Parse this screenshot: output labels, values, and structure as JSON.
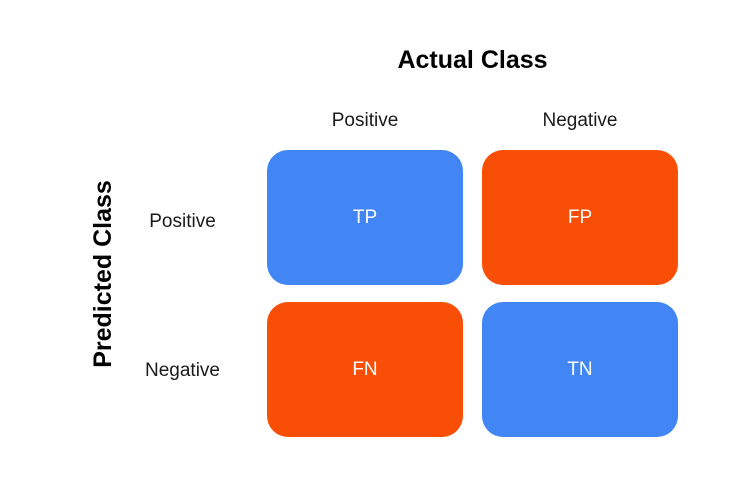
{
  "diagram": {
    "type": "confusion-matrix",
    "title_top": "Actual Class",
    "title_left": "Predicted Class",
    "background_color": "#FFFFFF",
    "colors": {
      "correct": "#4285F4",
      "incorrect": "#F94E06",
      "cell_text": "#FFFFFF",
      "header_text": "#1A1A1A",
      "title_text": "#000000"
    },
    "column_headers": [
      {
        "label": "Positive"
      },
      {
        "label": "Negative"
      }
    ],
    "row_headers": [
      {
        "label": "Positive"
      },
      {
        "label": "Negative"
      }
    ],
    "cells": [
      {
        "label": "TP",
        "name": "true-positive",
        "predicted": "Positive",
        "actual": "Positive",
        "color": "#4285F4"
      },
      {
        "label": "FP",
        "name": "false-positive",
        "predicted": "Positive",
        "actual": "Negative",
        "color": "#F94E06"
      },
      {
        "label": "FN",
        "name": "false-negative",
        "predicted": "Negative",
        "actual": "Positive",
        "color": "#F94E06"
      },
      {
        "label": "TN",
        "name": "true-negative",
        "predicted": "Negative",
        "actual": "Negative",
        "color": "#4285F4"
      }
    ]
  }
}
